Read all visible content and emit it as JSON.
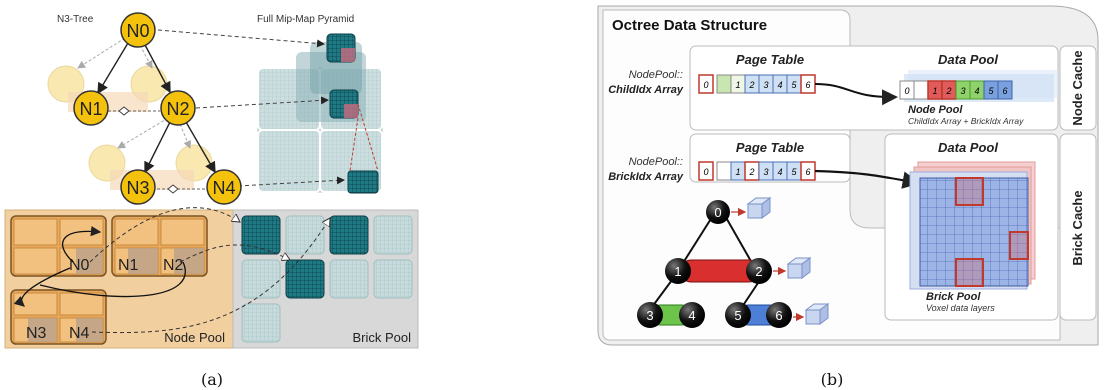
{
  "panel_a": {
    "caption": "(a)",
    "tree_title": "N3-Tree",
    "pyramid_title": "Full Mip-Map Pyramid",
    "nodes": [
      "N0",
      "N1",
      "N2",
      "N3",
      "N4"
    ],
    "node_pool_label": "Node Pool",
    "brick_pool_label": "Brick Pool",
    "pool_cells": [
      "N0",
      "N1",
      "N2",
      "N3",
      "N4"
    ],
    "colors": {
      "node": "#f4c20d",
      "teal": "#1f7a85",
      "node_pool": "#f2cf9f",
      "brick_pool": "#d8d8d8"
    }
  },
  "panel_b": {
    "caption": "(b)",
    "title": "Octree Data Structure",
    "page_table": "Page Table",
    "data_pool": "Data Pool",
    "node_pool_prefix": "NodePool::",
    "child_array": "ChildIdx Array",
    "brick_array": "BrickIdx Array",
    "indices": [
      "0",
      "1",
      "2",
      "3",
      "4",
      "5",
      "6"
    ],
    "node_pool_title": "Node Pool",
    "node_pool_sub": "ChildIdx Array + BrickIdx Array",
    "brick_pool_title": "Brick Pool",
    "brick_pool_sub": "Voxel data layers",
    "node_cache": "Node Cache",
    "brick_cache": "Brick Cache",
    "tree_nodes": [
      "0",
      "1",
      "2",
      "3",
      "4",
      "5",
      "6"
    ]
  }
}
